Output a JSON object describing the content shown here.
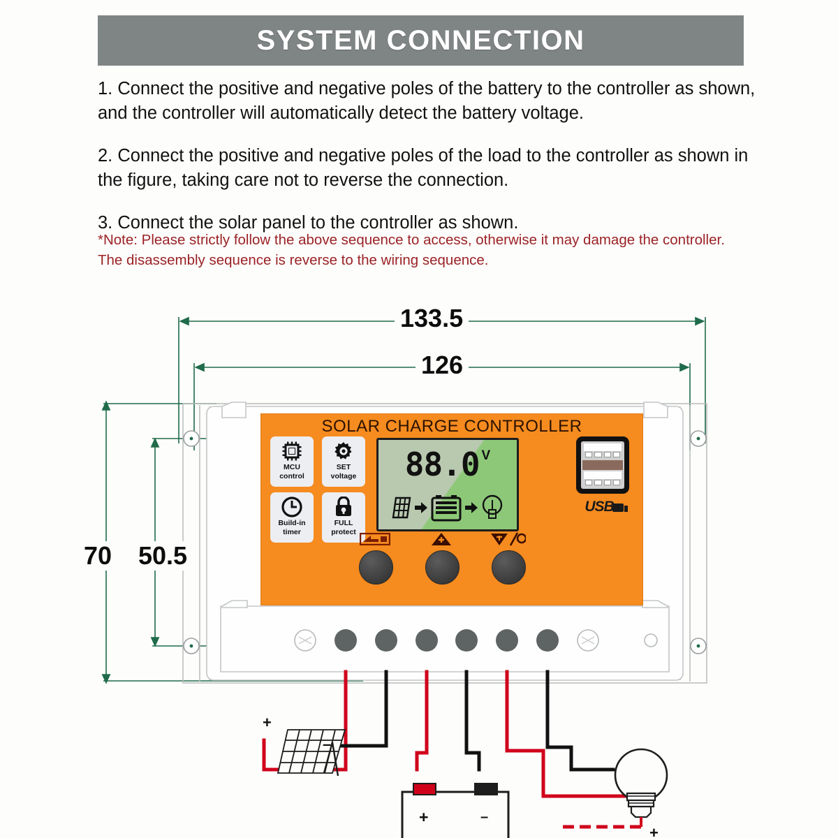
{
  "header": {
    "title": "SYSTEM CONNECTION",
    "bar_color": "#7f8484",
    "title_color": "#ffffff"
  },
  "instructions": {
    "steps": [
      "1. Connect the positive and negative poles of the battery to the controller as shown, and the controller will automatically detect the battery voltage.",
      "2. Connect the positive and negative poles of the load to the controller as shown in the figure, taking care not to reverse the connection.",
      "3. Connect the solar panel to the controller as shown."
    ],
    "note_lines": [
      "*Note: Please strictly follow the above sequence to access, otherwise it may damage the controller.",
      "The disassembly sequence is reverse to the wiring sequence."
    ],
    "note_color": "#9b2226"
  },
  "dimensions": {
    "overall_width": "133.5",
    "inner_width": "126",
    "overall_height": "70",
    "inner_height": "50.5",
    "line_color": "#1f6b4a",
    "unit_hint": ""
  },
  "device": {
    "title": "SOLAR CHARGE CONTROLLER",
    "face_color": "#f68b1f",
    "features": [
      {
        "icon": "chip-icon",
        "line1": "MCU",
        "line2": "control"
      },
      {
        "icon": "gear-icon",
        "line1": "SET",
        "line2": "voltage"
      },
      {
        "icon": "clock-icon",
        "line1": "Build-in",
        "line2": "timer"
      },
      {
        "icon": "lock-icon",
        "line1": "FULL",
        "line2": "protect"
      }
    ],
    "lcd": {
      "value": "88.0",
      "unit": "V",
      "background": "#b9c9b0",
      "highlight": "#8dc878",
      "flow_icons": [
        "solar-panel-icon",
        "arrow-right-icon",
        "battery-icon",
        "arrow-right-icon",
        "bulb-icon"
      ]
    },
    "usb": {
      "label": "USB",
      "port_name": "usb-a-dual-port"
    },
    "buttons": [
      {
        "symbol": "battery-mode-icon",
        "name": "mode-button"
      },
      {
        "symbol": "up-triangle-icon",
        "name": "up-button"
      },
      {
        "symbol": "down-light-icon",
        "name": "down-light-button"
      }
    ],
    "terminal_screws": 6,
    "mounting_holes": 2
  },
  "wiring": {
    "solar_panel": {
      "label": "solar-panel",
      "positive": "+",
      "negative": "-"
    },
    "battery": {
      "label": "battery",
      "positive": "+",
      "negative": "-"
    },
    "load": {
      "label": "light-bulb",
      "positive": "+",
      "negative": "-"
    },
    "wire_positive_color": "#d0021b",
    "wire_negative_color": "#111111"
  }
}
